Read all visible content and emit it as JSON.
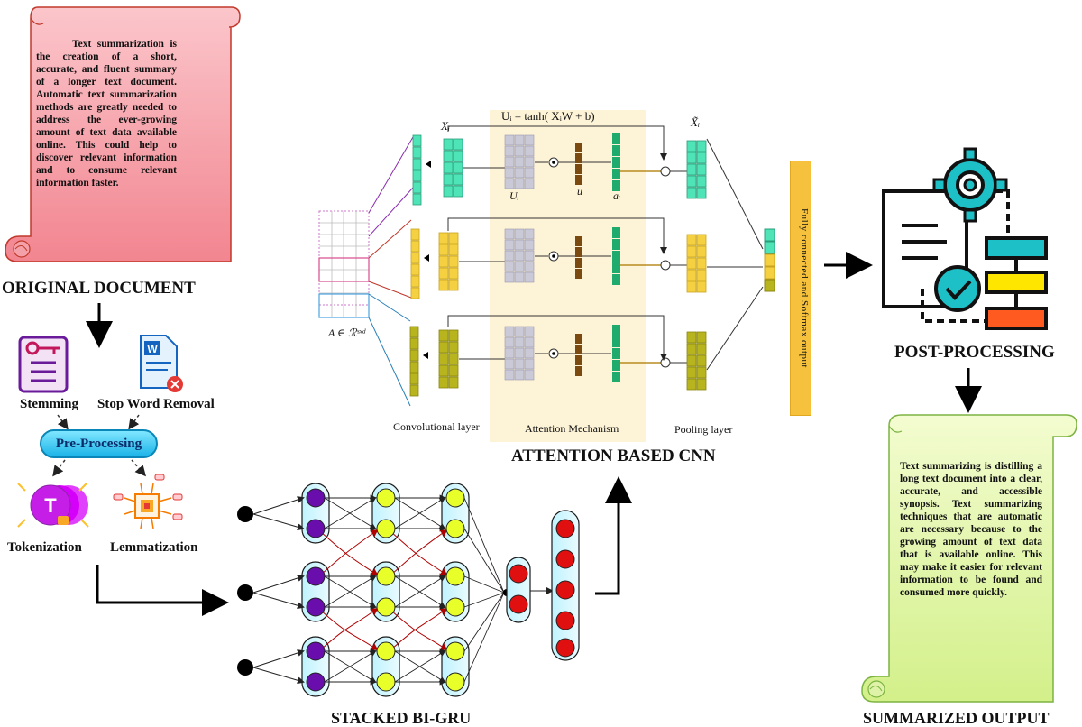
{
  "original_document": {
    "text": "Text summarization is the creation of a short, accurate, and fluent summary of a longer text document. Automatic text summarization methods are greatly needed to address the ever-growing amount of text data available online. This could help to discover relevant information and to consume relevant information faster.",
    "title": "ORIGINAL DOCUMENT",
    "scroll_color": "#f6a6ae"
  },
  "preprocessing": {
    "center_label": "Pre-Processing",
    "stemming": "Stemming",
    "stop_word_removal": "Stop Word Removal",
    "tokenization": "Tokenization",
    "lemmatization": "Lemmatization"
  },
  "cnn": {
    "title": "ATTENTION BASED CNN",
    "equation": "Uᵢ = tanh( XᵢW + b)",
    "xi_label": "Xᵢ",
    "xi_tilde_label": "X̃ᵢ",
    "ui_label": "Uᵢ",
    "u_label": "u",
    "ai_label": "aᵢ",
    "input_label": "A ∈ ℛˢˣᵈ",
    "conv_label": "Convolutional layer",
    "attention_label": "Attention Mechanism",
    "pooling_label": "Pooling layer",
    "fc_label": "Fully connected and Softmax output"
  },
  "gru": {
    "title": "STACKED BI-GRU"
  },
  "post": {
    "title": "POST-PROCESSING"
  },
  "summary": {
    "text": "Text summarizing is distilling a long text document into a clear, accurate, and accessible synopsis. Text summarizing techniques that are automatic are necessary because to the growing amount of text data that is available online. This may make it easier for relevant information to be found and consumed more quickly.",
    "title": "SUMMARIZED OUTPUT",
    "scroll_color": "#e6f7a8"
  },
  "colors": {
    "teal": "#4fe3b8",
    "yellow": "#f5d142",
    "olive": "#b8b41e",
    "green": "#1faa6e",
    "brown": "#7a4a10",
    "purple_node": "#6a0dad",
    "yellow_node": "#e8ff2a",
    "red_node": "#e01010"
  }
}
